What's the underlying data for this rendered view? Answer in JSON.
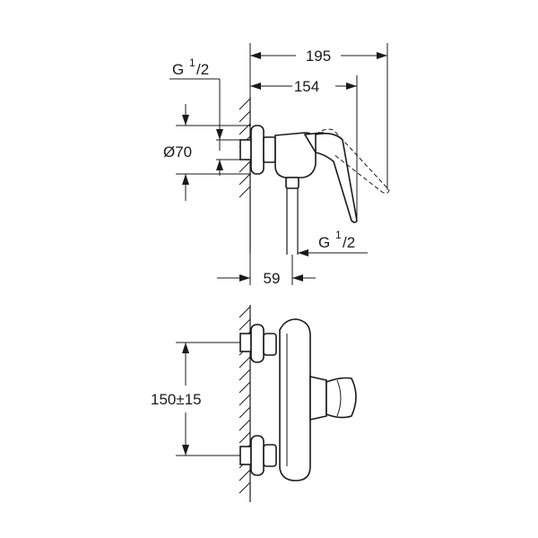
{
  "top_view": {
    "dim_overall": "195",
    "dim_handle": "154",
    "dim_offset": "59",
    "dim_diameter": "Ø70",
    "thread_inlet": {
      "main": "G",
      "num": "1",
      "den": "/2"
    },
    "thread_outlet": {
      "main": "G",
      "num": "1",
      "den": "/2"
    }
  },
  "front_view": {
    "dim_centers": "150±15"
  }
}
